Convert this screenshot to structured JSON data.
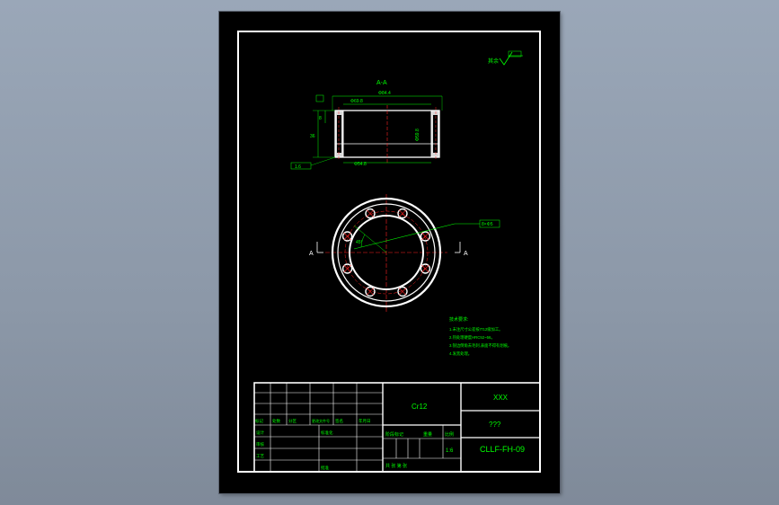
{
  "drawing": {
    "section_label": "A-A",
    "cut_mark_left": "A",
    "cut_mark_right": "A",
    "roughness_note": "其余",
    "dims": {
      "overall_width": "Φ84.4",
      "inner_width": "Φ69.8",
      "height": "36",
      "left_small": "8",
      "bottom_dim": "Φ54.8",
      "right_dim": "Φ59.8",
      "bottom_callout": "1.6",
      "left_callout": "1.6"
    },
    "hole_callout": "8×Φ5",
    "angle_note": "45°",
    "tech_requirements": {
      "title": "技术要求:",
      "items": [
        "1.未注尺寸公差按IT12级加工。",
        "2.热处理硬度HRC52~56。",
        "3.锐边倒角去毛刺,表面不得有划痕。",
        "4.发黑处理。"
      ]
    }
  },
  "title_block": {
    "material": "Cr12",
    "company": "XXX",
    "part_name": "???",
    "drawing_number": "CLLF-FH-09",
    "scale": "1:6",
    "stage_label": "阶段标记",
    "sheet_label": "共  张  第  张",
    "row_labels": [
      "标记",
      "处数",
      "分区",
      "更改文件号",
      "签名",
      "年月日"
    ],
    "design_label": "设计",
    "check_label": "审核",
    "process_label": "工艺",
    "std_label": "标准化",
    "approve_label": "批准",
    "weight_label": "重量",
    "scale_label": "比例"
  }
}
